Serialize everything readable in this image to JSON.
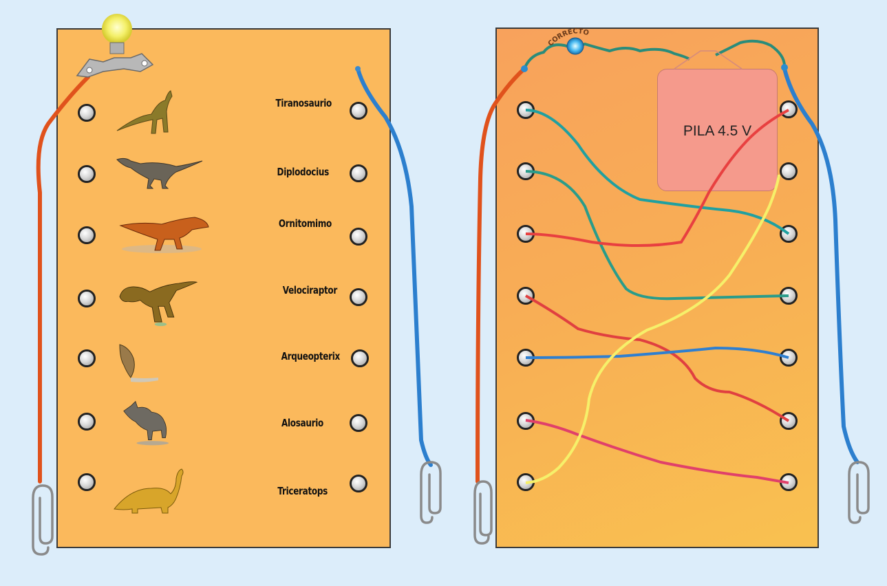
{
  "left_board": {
    "dinosaurs": [
      {
        "label": "Tiranosaurio",
        "icon": "raptor-icon"
      },
      {
        "label": "Diplodocius",
        "icon": "raptor-icon"
      },
      {
        "label": "Ornitomimo",
        "icon": "trex-icon"
      },
      {
        "label": "Velociraptor",
        "icon": "trex-icon"
      },
      {
        "label": "Arqueopterix",
        "icon": "bird-icon"
      },
      {
        "label": "Alosaurio",
        "icon": "triceratops-icon"
      },
      {
        "label": "Triceratops",
        "icon": "sauropod-icon"
      }
    ],
    "bulb_icon": "lightbulb-icon"
  },
  "right_board": {
    "indicator_label": "CORRECTO",
    "battery_label": "PILA 4.5 V",
    "wires": [
      {
        "from": 1,
        "to": 3,
        "color": "#20a0a0"
      },
      {
        "from": 2,
        "to": 4,
        "color": "#2a9c8a"
      },
      {
        "from": 3,
        "to": 1,
        "color": "#e84040"
      },
      {
        "from": 4,
        "to": 6,
        "color": "#e04040"
      },
      {
        "from": 5,
        "to": 5,
        "color": "#2f7fd0"
      },
      {
        "from": 6,
        "to": 7,
        "color": "#e0406a"
      },
      {
        "from": 7,
        "to": 2,
        "color": "#f6f06a"
      }
    ]
  },
  "colors": {
    "probe_red": "#e0521c",
    "probe_blue": "#2c7fce",
    "board_left": "#fbb95c",
    "battery": "#f59a8c"
  }
}
